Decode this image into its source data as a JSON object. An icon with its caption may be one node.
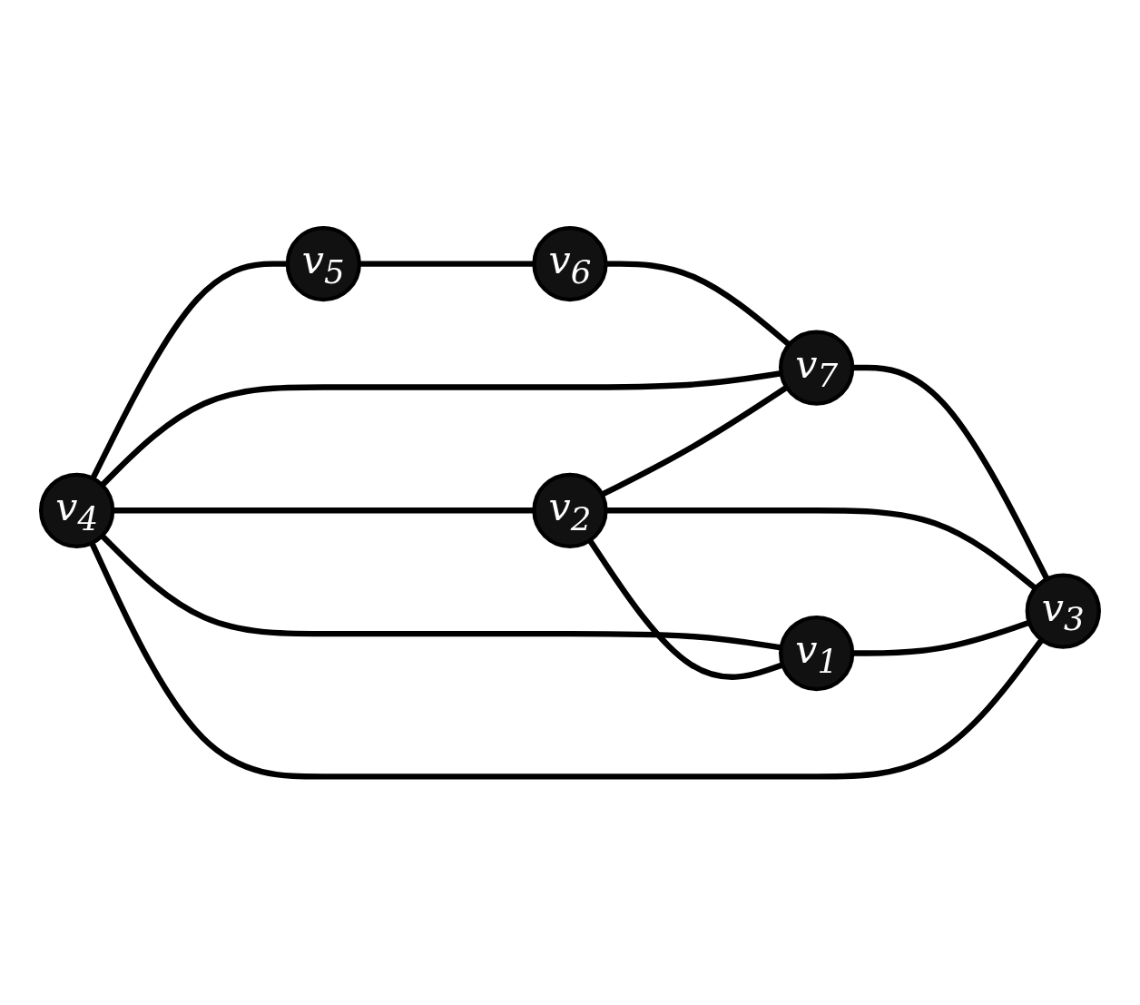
{
  "diagram": {
    "nodes": [
      {
        "text": [
          "v$_{4}$"
        ]
      },
      {
        "text": [
          "v$_{5}$"
        ]
      },
      {
        "text": [
          "v$_{6}$"
        ]
      },
      {
        "text": [
          "v$_{2}$"
        ]
      },
      {
        "text": [
          "v$_{1}$"
        ]
      },
      {
        "text": [
          "v$_{7}$"
        ]
      },
      {
        "text": [
          "v$_{3}$"
        ]
      }
    ],
    "edges": [
      {
        "from": 0,
        "to": 1,
        "arrow": "none"
      },
      {
        "from": 1,
        "to": 2,
        "arrow": "none"
      },
      {
        "from": 2,
        "to": 5,
        "arrow": "none"
      },
      {
        "from": 5,
        "to": 6,
        "arrow": "none"
      },
      {
        "from": 6,
        "to": 0,
        "arrow": "none"
      },
      {
        "from": 0,
        "to": 3,
        "arrow": "none"
      },
      {
        "from": 0,
        "to": 4,
        "arrow": "none"
      },
      {
        "from": 3,
        "to": 4,
        "arrow": "none"
      },
      {
        "from": 3,
        "to": 6,
        "arrow": "none"
      },
      {
        "from": 4,
        "to": 6,
        "arrow": "none"
      },
      {
        "from": 0,
        "to": 5,
        "arrow": "none"
      },
      {
        "from": 3,
        "to": 5,
        "arrow": "none"
      }
    ]
  }
}
